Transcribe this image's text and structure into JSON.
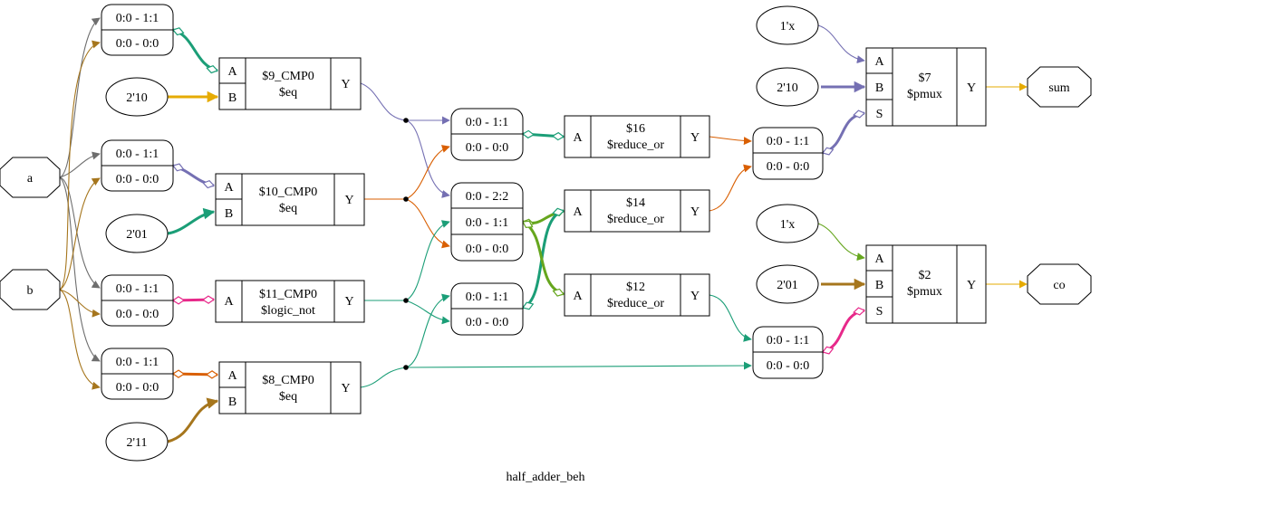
{
  "title": "half_adder_beh",
  "colors": {
    "gray": "#6e6e6e",
    "olive": "#a6761d",
    "green": "#1b9e77",
    "orange": "#d95f02",
    "purple": "#7570b3",
    "magenta": "#e7298a",
    "lime": "#66a61e",
    "gold": "#e6ab02"
  },
  "ports": {
    "a": "a",
    "b": "b",
    "sum": "sum",
    "co": "co"
  },
  "constants": {
    "c1": "2'10",
    "c2": "2'01",
    "c3": "2'11",
    "c4": "1'x",
    "c5": "2'10",
    "c6": "1'x",
    "c7": "2'01"
  },
  "splits": {
    "s1": [
      "0:0 - 1:1",
      "0:0 - 0:0"
    ],
    "s2": [
      "0:0 - 1:1",
      "0:0 - 0:0"
    ],
    "s3": [
      "0:0 - 1:1",
      "0:0 - 0:0"
    ],
    "s4": [
      "0:0 - 1:1",
      "0:0 - 0:0"
    ],
    "j1": [
      "0:0 - 1:1",
      "0:0 - 0:0"
    ],
    "j2": [
      "0:0 - 2:2",
      "0:0 - 1:1",
      "0:0 - 0:0"
    ],
    "j3": [
      "0:0 - 1:1",
      "0:0 - 0:0"
    ],
    "j4": [
      "0:0 - 1:1",
      "0:0 - 0:0"
    ],
    "j5": [
      "0:0 - 1:1",
      "0:0 - 0:0"
    ]
  },
  "cells": {
    "cmp9": {
      "name": "$9_CMP0",
      "type": "$eq",
      "inputs": [
        "A",
        "B"
      ],
      "output": "Y"
    },
    "cmp10": {
      "name": "$10_CMP0",
      "type": "$eq",
      "inputs": [
        "A",
        "B"
      ],
      "output": "Y"
    },
    "cmp11": {
      "name": "$11_CMP0",
      "type": "$logic_not",
      "inputs": [
        "A"
      ],
      "output": "Y"
    },
    "cmp8": {
      "name": "$8_CMP0",
      "type": "$eq",
      "inputs": [
        "A",
        "B"
      ],
      "output": "Y"
    },
    "red16": {
      "name": "$16",
      "type": "$reduce_or",
      "inputs": [
        "A"
      ],
      "output": "Y"
    },
    "red14": {
      "name": "$14",
      "type": "$reduce_or",
      "inputs": [
        "A"
      ],
      "output": "Y"
    },
    "red12": {
      "name": "$12",
      "type": "$reduce_or",
      "inputs": [
        "A"
      ],
      "output": "Y"
    },
    "pmux7": {
      "name": "$7",
      "type": "$pmux",
      "inputs": [
        "A",
        "B",
        "S"
      ],
      "output": "Y"
    },
    "pmux2": {
      "name": "$2",
      "type": "$pmux",
      "inputs": [
        "A",
        "B",
        "S"
      ],
      "output": "Y"
    }
  }
}
